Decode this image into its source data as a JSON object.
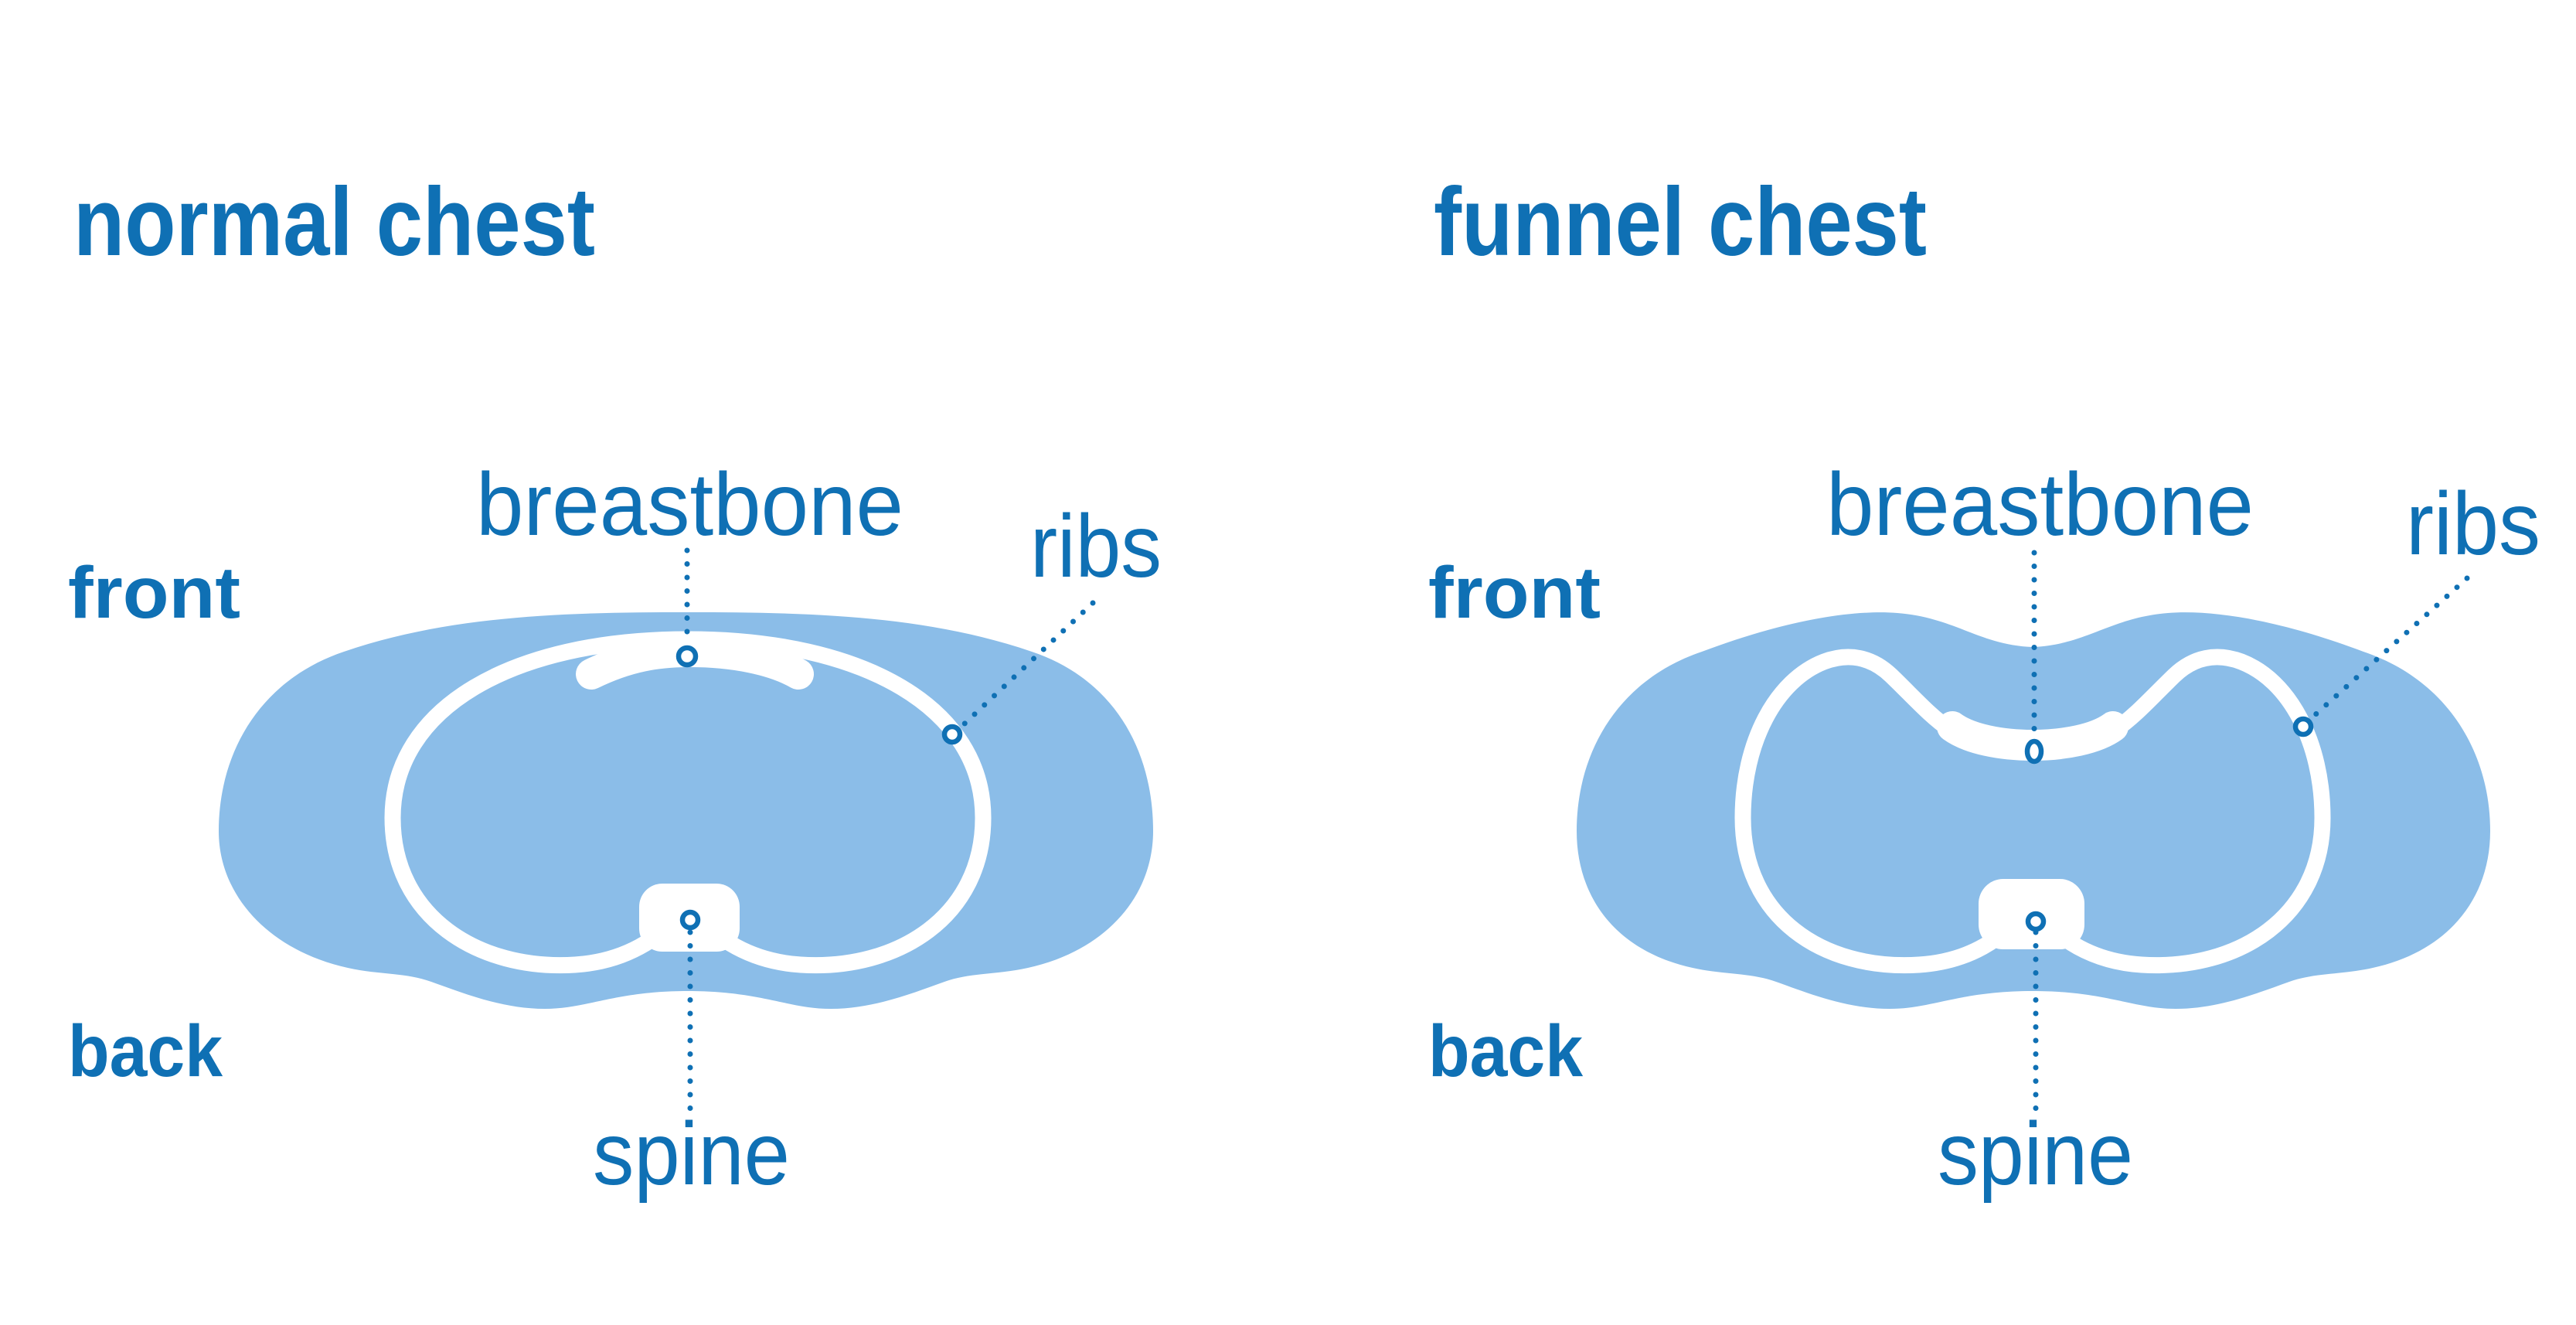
{
  "figure": {
    "type": "medical-illustration",
    "subject": "Cross-section comparison of a normal chest and a funnel chest (pectus excavatum)",
    "colors": {
      "accent_blue": "#0F70B4",
      "body_blue": "#8BBDE8",
      "bone_white": "#FFFFFF",
      "background": "#FFFFFF"
    },
    "panels": [
      {
        "id": "normal-chest",
        "title": "normal chest",
        "labels": {
          "breastbone": "breastbone",
          "ribs": "ribs",
          "front": "front",
          "back": "back",
          "spine": "spine"
        }
      },
      {
        "id": "funnel-chest",
        "title": "funnel chest",
        "labels": {
          "breastbone": "breastbone",
          "ribs": "ribs",
          "front": "front",
          "back": "back",
          "spine": "spine"
        }
      }
    ]
  }
}
